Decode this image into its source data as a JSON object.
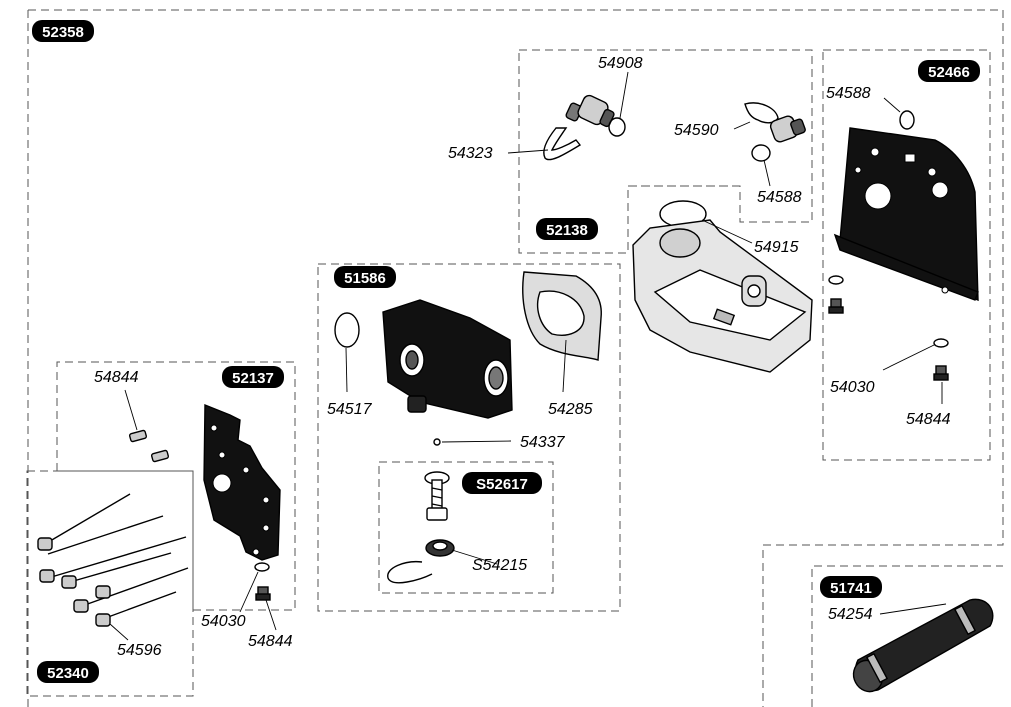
{
  "groups": {
    "g52358": "52358",
    "g52138": "52138",
    "g52466": "52466",
    "g51586": "51586",
    "g52137": "52137",
    "g52340": "52340",
    "gS52617": "S52617",
    "g51741": "51741"
  },
  "parts": {
    "p54908": "54908",
    "p54323": "54323",
    "p54590": "54590",
    "p54588a": "54588",
    "p54588b": "54588",
    "p54915": "54915",
    "p54517": "54517",
    "p54285": "54285",
    "p54337": "54337",
    "p54030a": "54030",
    "p54844a": "54844",
    "p54844b": "54844",
    "p54844c": "54844",
    "p54030b": "54030",
    "pS54215": "S54215",
    "p54596": "54596",
    "p54254": "54254"
  },
  "colors": {
    "ink": "#000000",
    "paper": "#ffffff",
    "shade": "#808080",
    "light": "#d9d9d9"
  }
}
